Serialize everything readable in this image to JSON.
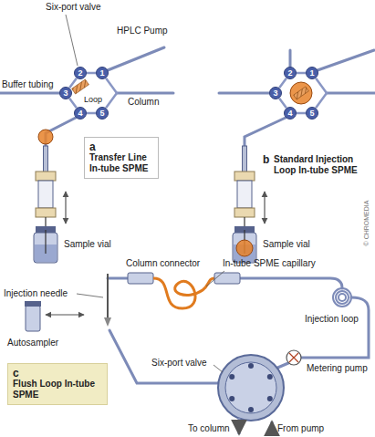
{
  "diagram": {
    "nodes": [
      {
        "text": [
          "2"
        ]
      },
      {
        "text": [
          "1"
        ]
      },
      {
        "text": [
          "3"
        ]
      },
      {
        "text": [
          "4"
        ]
      },
      {
        "text": [
          "5"
        ]
      },
      {
        "text": [
          "a",
          "Transfer Line In-tube SPME"
        ]
      },
      {
        "text": [
          "2"
        ]
      },
      {
        "text": [
          "1"
        ]
      },
      {
        "text": [
          "3"
        ]
      },
      {
        "text": [
          "4"
        ]
      },
      {
        "text": [
          "5"
        ]
      },
      {
        "text": [
          "c",
          "Flush Loop In-tube SPME"
        ]
      }
    ],
    "edges": [
      {
        "from": 0,
        "to": 1,
        "arrow": "none"
      },
      {
        "from": 0,
        "to": 2,
        "arrow": "none"
      },
      {
        "from": 2,
        "to": 3,
        "arrow": "none"
      },
      {
        "from": 3,
        "to": 4,
        "arrow": "none"
      },
      {
        "from": 4,
        "to": 1,
        "arrow": "none"
      },
      {
        "from": 6,
        "to": 7,
        "arrow": "none"
      },
      {
        "from": 6,
        "to": 8,
        "arrow": "none"
      },
      {
        "from": 8,
        "to": 9,
        "arrow": "none"
      },
      {
        "from": 9,
        "to": 10,
        "arrow": "none"
      },
      {
        "from": 10,
        "to": 7,
        "arrow": "none"
      }
    ],
    "labels": [
      "Six-port valve",
      "HPLC Pump",
      "Buffer tubing",
      "Loop",
      "Column",
      "Sample vial",
      "b",
      "Standard Injection Loop In-tube SPME",
      "Sample vial",
      "© CHROMEDIA",
      "Injection needle",
      "Column connector",
      "In-tube SPME capillary",
      "Autosampler",
      "Injection loop",
      "Metering pump",
      "Six-port valve",
      "To column",
      "From pump"
    ]
  }
}
